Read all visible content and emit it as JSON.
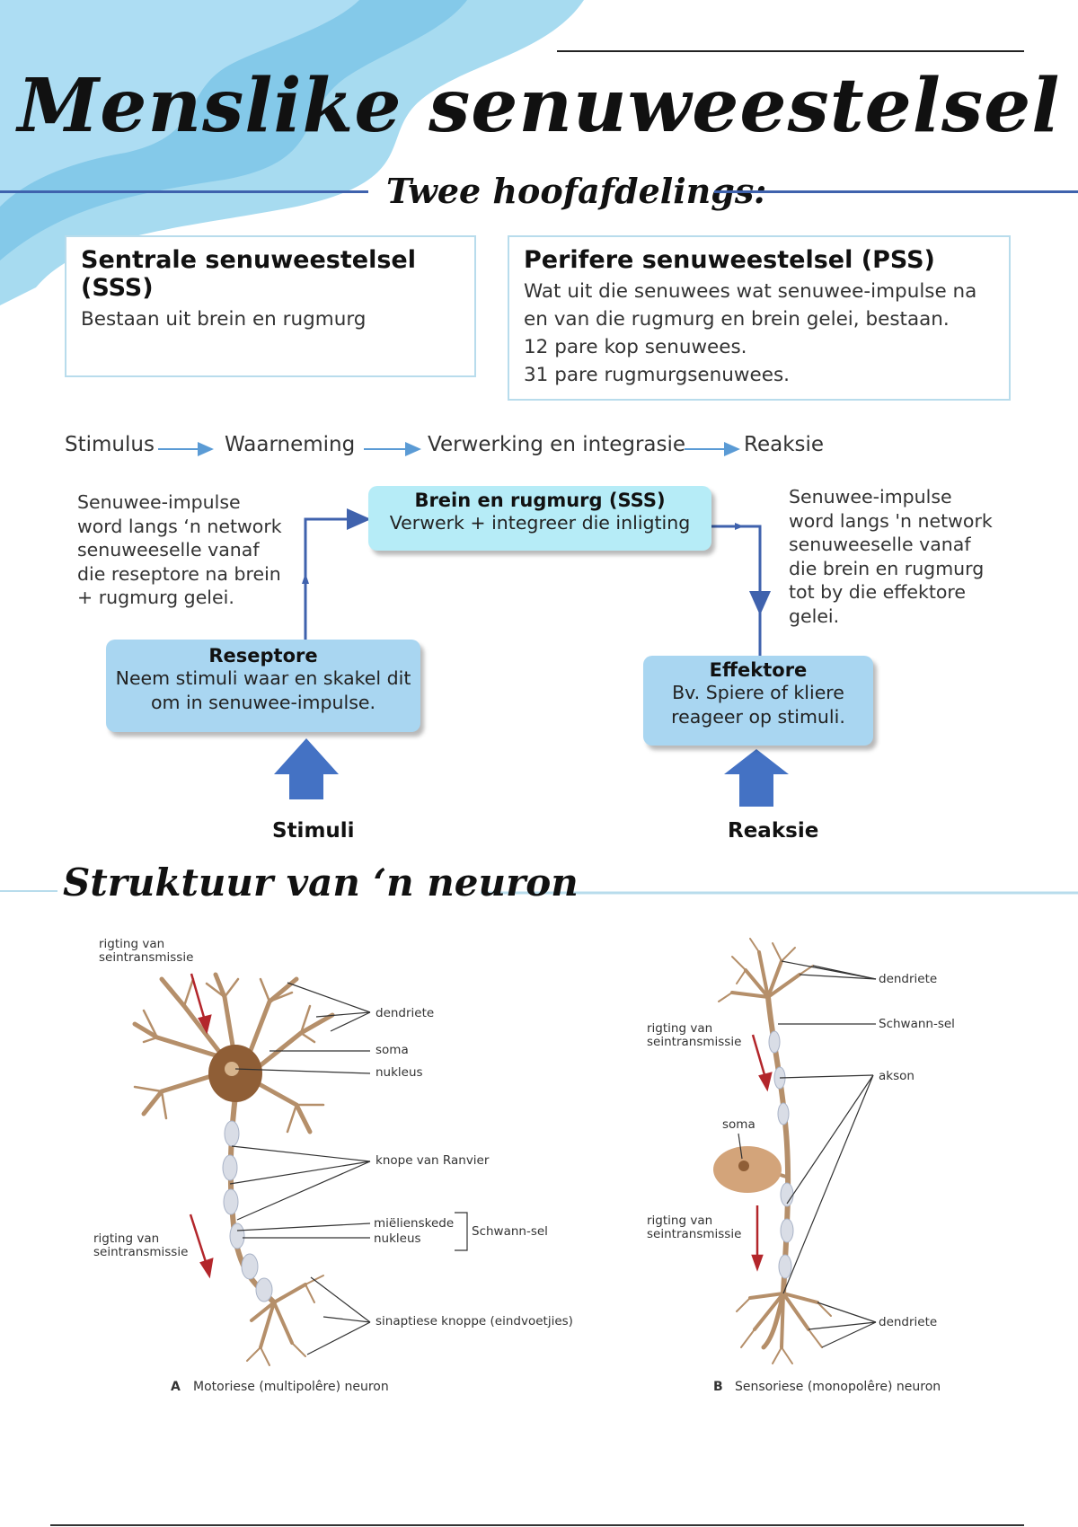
{
  "header": {
    "title": "Menslike senuweestelsel",
    "subtitle": "Twee hoofafdelings:"
  },
  "divisions": [
    {
      "heading": "Sentrale senuweestelsel (SSS)",
      "lines": [
        "Bestaan uit brein en rugmurg"
      ]
    },
    {
      "heading": "Perifere senuweestelsel (PSS)",
      "lines": [
        "Wat uit die senuwees wat senuwee-impulse na",
        "en van die rugmurg en brein gelei, bestaan.",
        "12 pare kop senuwees.",
        "31 pare rugmurgsenuwees."
      ]
    }
  ],
  "flow": [
    "Stimulus",
    "Waarneming",
    "Verwerking en integrasie",
    "Reaksie"
  ],
  "left_note": [
    "Senuwee-impulse",
    "word langs ‘n network",
    "senuweeselle vanaf",
    "die reseptore na brein",
    "+ rugmurg gelei."
  ],
  "right_note": [
    "Senuwee-impulse",
    "word langs 'n network",
    "senuweeselle vanaf",
    "die brein en rugmurg",
    "tot by die effektore",
    "gelei."
  ],
  "nodes": {
    "center": {
      "title": "Brein en rugmurg (SSS)",
      "body": "Verwerk + integreer die inligting"
    },
    "receptors": {
      "title": "Reseptore",
      "body": [
        "Neem stimuli waar en skakel dit",
        "om in senuwee-impulse."
      ]
    },
    "effectors": {
      "title": "Effektore",
      "body": [
        "Bv. Spiere of kliere",
        "reageer op stimuli."
      ]
    }
  },
  "captions": {
    "left": "Stimuli",
    "right": "Reaksie"
  },
  "section2": {
    "title": "Struktuur van ‘n neuron"
  },
  "neuron_a": {
    "direction_top": [
      "rigting van",
      "seintransmissie"
    ],
    "direction_bottom": [
      "rigting van",
      "seintransmissie"
    ],
    "labels": {
      "dendrites": "dendriete",
      "soma": "soma",
      "nucleus": "nukleus",
      "nodes": "knope van Ranvier",
      "myelin": "miëlienskede",
      "nucleus2": "nukleus",
      "schwann": "Schwann-sel",
      "synaptic": "sinaptiese knoppe (eindvoetjies)"
    },
    "caption_letter": "A",
    "caption": "Motoriese (multipolêre) neuron"
  },
  "neuron_b": {
    "direction_top": [
      "rigting van",
      "seintransmissie"
    ],
    "direction_bottom": [
      "rigting van",
      "seintransmissie"
    ],
    "labels": {
      "dendrites_top": "dendriete",
      "schwann": "Schwann-sel",
      "axon": "akson",
      "soma": "soma",
      "dendrites_bottom": "dendriete"
    },
    "caption_letter": "B",
    "caption": "Sensoriese (monopolêre) neuron"
  },
  "colors": {
    "accent_line": "#3f62ad",
    "box_border": "#b8dcec",
    "center_node": "#b6ecf7",
    "side_node": "#a9d6f1",
    "big_arrow": "#4472c4",
    "nerve": "#b58f6a"
  }
}
